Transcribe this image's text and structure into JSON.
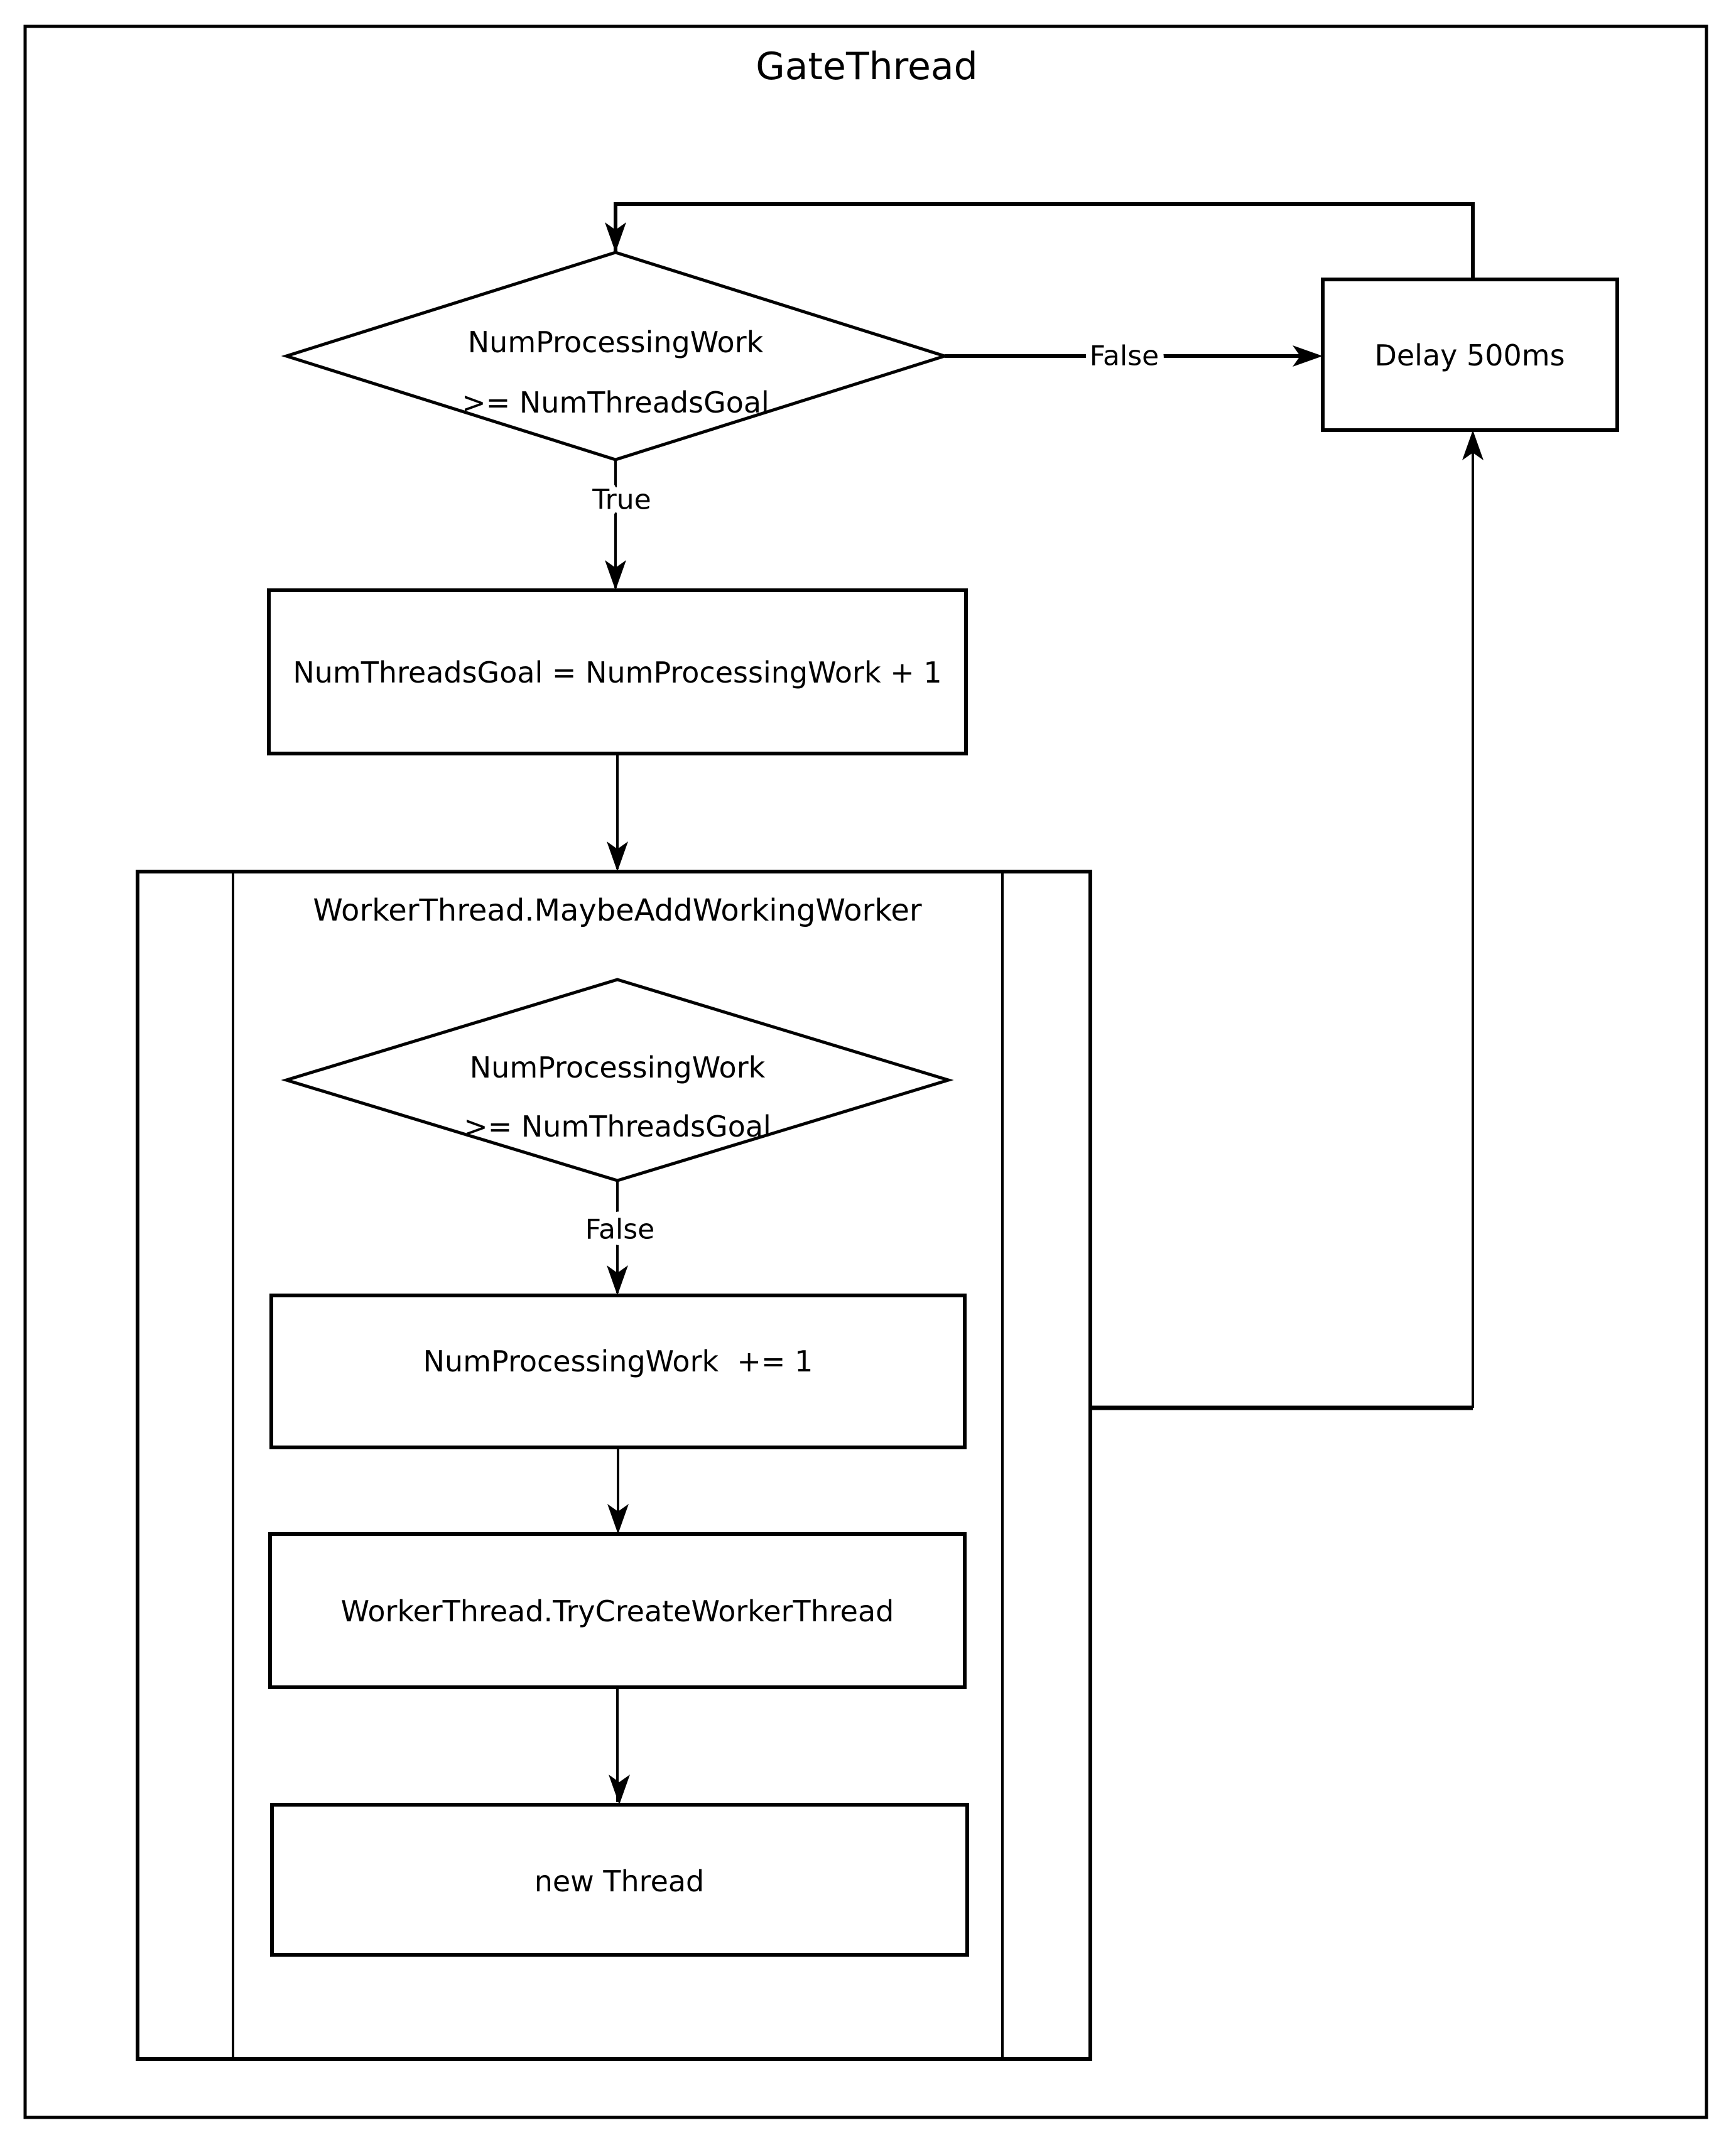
{
  "diagram": {
    "title": "GateThread",
    "decision1": {
      "line1": "NumProcessingWork",
      "line2": ">= NumThreadsGoal",
      "true_label": "True",
      "false_label": "False"
    },
    "delay_box": {
      "label": "Delay 500ms"
    },
    "assign_box": {
      "label": "NumThreadsGoal = NumProcessingWork + 1"
    },
    "subroutine": {
      "title": "WorkerThread.MaybeAddWorkingWorker",
      "decision": {
        "line1": "NumProcessingWork",
        "line2": ">= NumThreadsGoal",
        "false_label": "False"
      },
      "increment_box": {
        "label": "NumProcessingWork  += 1"
      },
      "try_create_box": {
        "label": "WorkerThread.TryCreateWorkerThread"
      },
      "new_thread_box": {
        "label": "new Thread"
      }
    },
    "colors": {
      "line": "#000000",
      "background": "#ffffff"
    }
  }
}
